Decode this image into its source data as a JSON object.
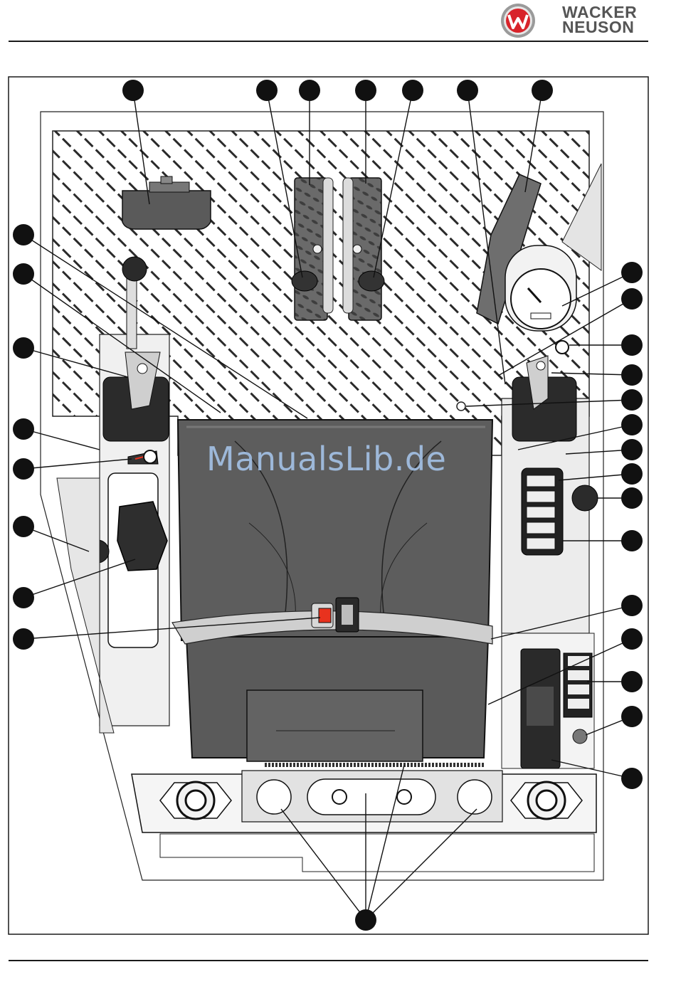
{
  "brand": {
    "name_line1": "WACKER",
    "name_line2": "NEUSON",
    "colors": {
      "logo_red": "#d8232a",
      "logo_gray": "#8a8a8a",
      "text_gray": "#555555"
    }
  },
  "watermark": {
    "text": "ManualsLib.de",
    "color": "#a9c8ef"
  },
  "diagram": {
    "subject": "operator-cab-top-view",
    "callout_color": "#111111",
    "accent_red": "#e8321e"
  }
}
